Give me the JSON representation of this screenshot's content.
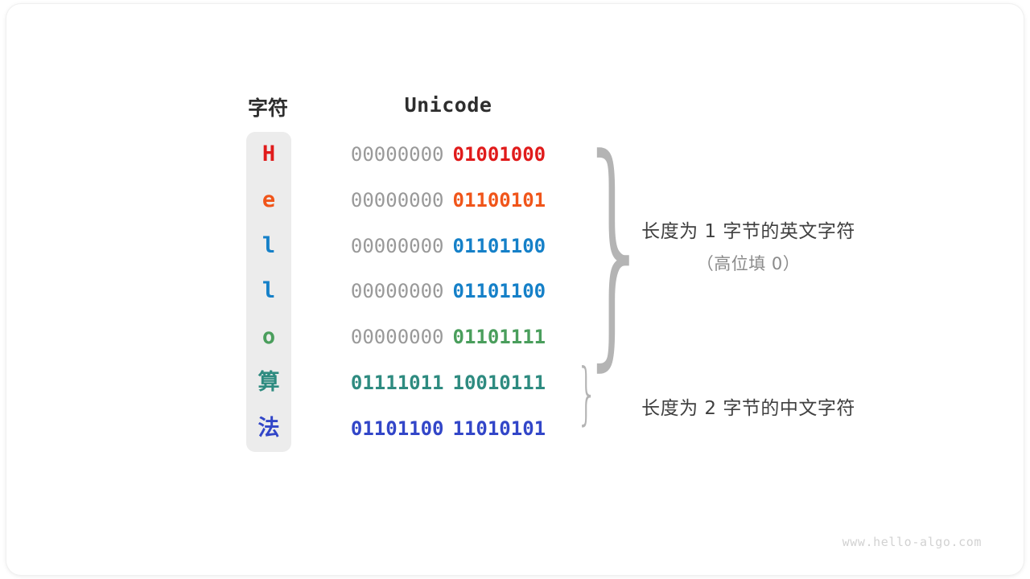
{
  "watermark": "www.hello-algo.com",
  "table": {
    "headers": {
      "character": "字符",
      "unicode": "Unicode"
    },
    "rows": [
      {
        "char": "H",
        "color": "#e01b1b",
        "high_byte": "00000000",
        "low_byte": "01001000",
        "is_cjk": false
      },
      {
        "char": "e",
        "color": "#f0551a",
        "high_byte": "00000000",
        "low_byte": "01100101",
        "is_cjk": false
      },
      {
        "char": "l",
        "color": "#1580c8",
        "high_byte": "00000000",
        "low_byte": "01101100",
        "is_cjk": false
      },
      {
        "char": "l",
        "color": "#1580c8",
        "high_byte": "00000000",
        "low_byte": "01101100",
        "is_cjk": false
      },
      {
        "char": "o",
        "color": "#4a9e5c",
        "high_byte": "00000000",
        "low_byte": "01101111",
        "is_cjk": false
      },
      {
        "char": "算",
        "color": "#2e8b80",
        "high_byte": "01111011",
        "low_byte": "10010111",
        "is_cjk": true
      },
      {
        "char": "法",
        "color": "#3246c8",
        "high_byte": "01101100",
        "low_byte": "11010101",
        "is_cjk": true
      }
    ]
  },
  "annotations": [
    {
      "main": "长度为 1 字节的英文字符",
      "sub": "（高位填 0）"
    },
    {
      "main": "长度为 2 字节的中文字符",
      "sub": ""
    }
  ],
  "colors": {
    "high_byte_gray": "#999999",
    "column_background": "#ececec",
    "brace": "#b4b4b4",
    "annotation_main": "#3f3f3f",
    "annotation_sub": "#8a8a8a",
    "watermark": "#d2d2d2"
  }
}
